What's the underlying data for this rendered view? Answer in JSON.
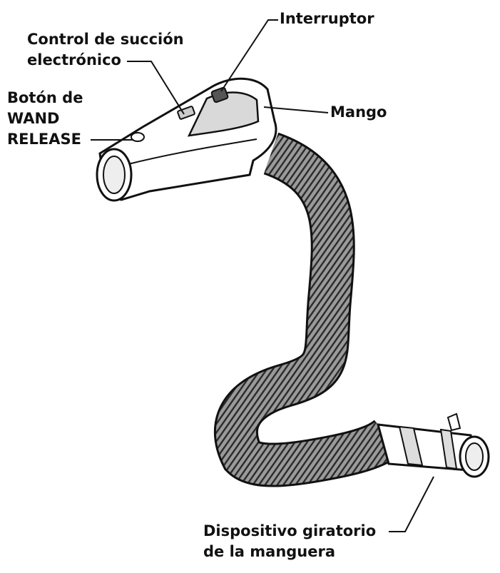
{
  "labels": {
    "interruptor": "Interruptor",
    "control_line1": "Control de succión",
    "control_line2": "electrónico",
    "boton_line1": "Botón de",
    "boton_line2": "WAND",
    "boton_line3": "RELEASE",
    "mango": "Mango",
    "dispositivo_line1": "Dispositivo giratorio",
    "dispositivo_line2": "de la manguera"
  },
  "colors": {
    "outline": "#111111",
    "hose_fill": "#9a9a9a",
    "hose_rib": "#2a2a2a",
    "body_fill": "#ffffff",
    "shade": "#d9d9d9"
  }
}
